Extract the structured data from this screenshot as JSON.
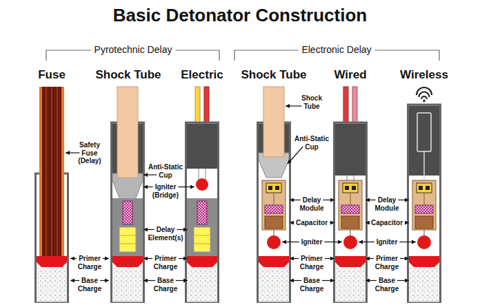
{
  "diagram": {
    "title": "Basic Detonator Construction",
    "labels": [
      "Pyrotechnic Delay",
      "Electronic Delay",
      "Fuse",
      "Shock Tube",
      "Electric",
      "Shock Tube",
      "Wired",
      "Wireless",
      "Safety Fuse (Delay)",
      "Anti-Static Cup",
      "Igniter (Bridge)",
      "Delay Element(s)",
      "Primer Charge",
      "Base Charge",
      "Primer Charge",
      "Base Charge",
      "Shock Tube",
      "Anti-Static Cup",
      "Delay Module",
      "Capacitor",
      "Igniter",
      "Primer Charge",
      "Base Charge",
      "Delay Module",
      "Capacitor",
      "Igniter",
      "Primer Charge",
      "Base Charge"
    ]
  }
}
